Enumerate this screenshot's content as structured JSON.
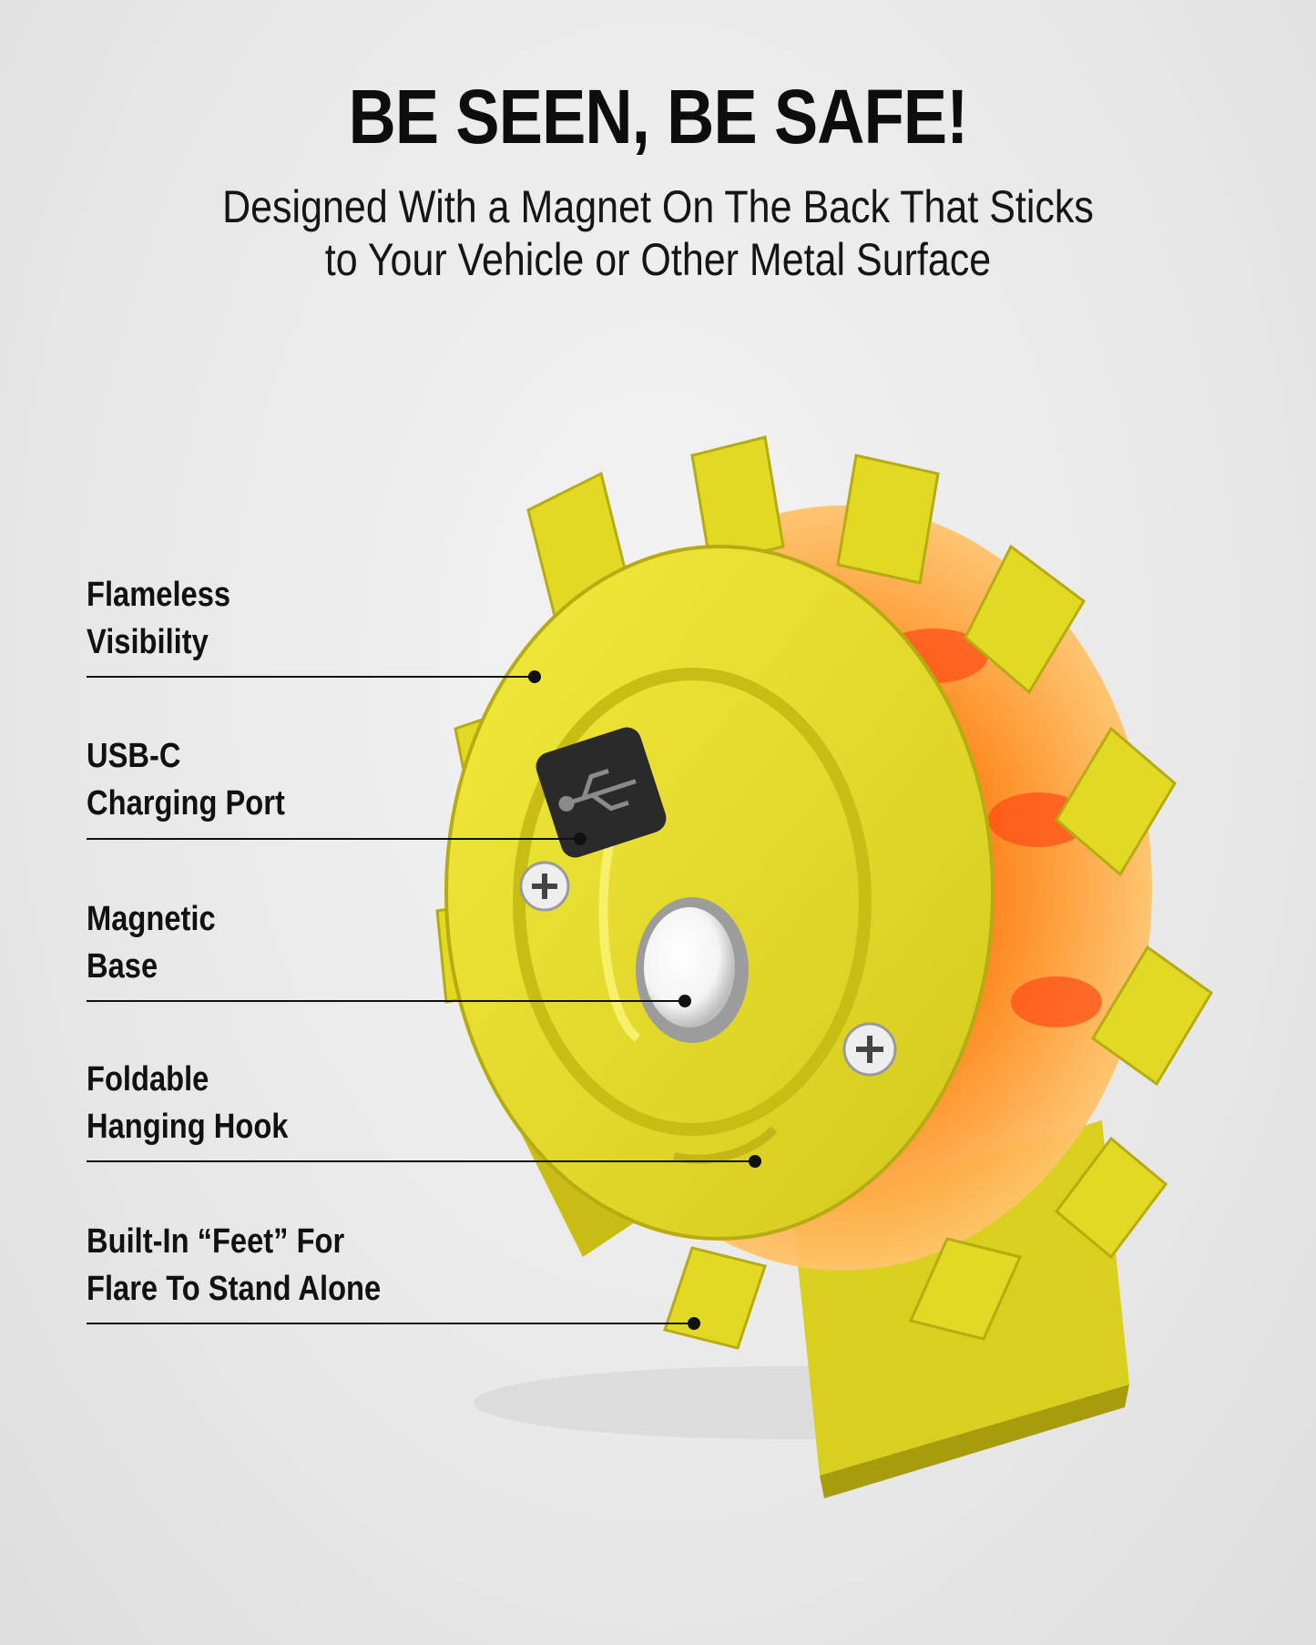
{
  "header": {
    "title": "BE SEEN, BE SAFE!",
    "subtitle_line1": "Designed With a Magnet On The Back That Sticks",
    "subtitle_line2": "to Your Vehicle or Other Metal Surface"
  },
  "callouts": [
    {
      "line1": "Flameless",
      "line2": "Visibility"
    },
    {
      "line1": "USB-C",
      "line2": "Charging Port"
    },
    {
      "line1": "Magnetic",
      "line2": "Base"
    },
    {
      "line1": "Foldable",
      "line2": "Hanging Hook"
    },
    {
      "line1": "Built-In “Feet” For",
      "line2": "Flare To Stand Alone"
    }
  ],
  "colors": {
    "housing": "#e6de2a",
    "housing_shadow": "#b8ad10",
    "lens": "#ff8a1c",
    "lens_hot": "#ff3b12",
    "port": "#2a2a2a",
    "line": "#111111"
  },
  "icons": {
    "usb": "usb-icon",
    "screw": "phillips-screw-icon",
    "magnet": "magnet-icon"
  }
}
